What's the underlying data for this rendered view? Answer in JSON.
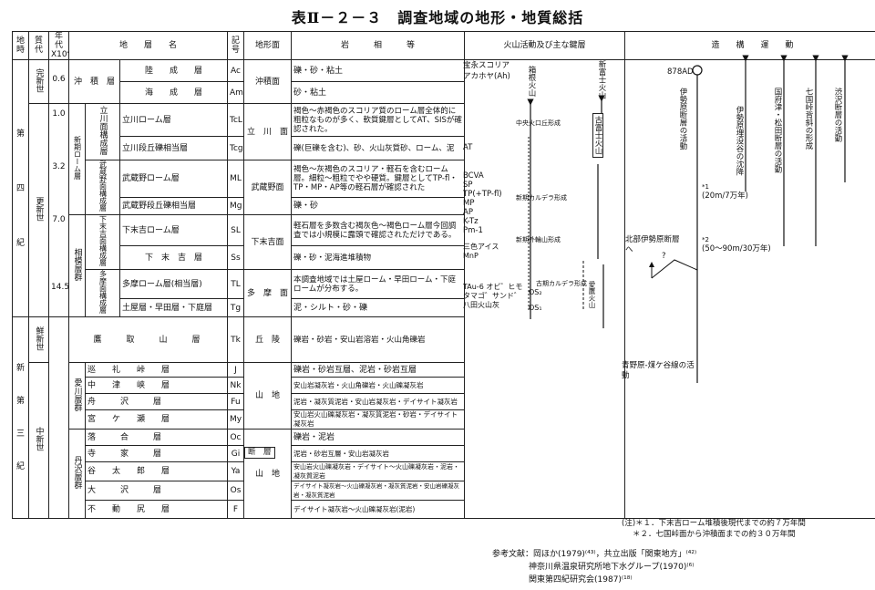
{
  "title": "表Ⅱ－２－３　調査地域の地形・地質総括",
  "headers": {
    "era": "地時",
    "period": "質代",
    "age": "年代 X10⁴",
    "formation": "地　　層　　名",
    "symbol": "記号",
    "landform": "地形面",
    "lithology": "岩　　　相　　　等",
    "volcanic": "火山活動及び主な鍵層",
    "tectonic": "造　　構　　運　　動"
  },
  "col_era": [
    "第",
    "四",
    "紀",
    "新",
    "第",
    "三",
    "紀"
  ],
  "col_period": [
    "完新世",
    "更新世",
    "鮮新世",
    "中新世"
  ],
  "ages": [
    "0.6",
    "1.0",
    "3.2",
    "7.0",
    "14.5"
  ],
  "groups": {
    "chuseki": "沖　積　層",
    "tachikawa": "立川面構成層",
    "shinso": "新期ローム層",
    "musashino": "武蔵野面構成層",
    "sagami": "相模層群",
    "shimosueyoshi": "下末吉面構成層",
    "tama": "多摩面構成層",
    "aikawa": "愛川層群",
    "tanzawa": "丹沢層群"
  },
  "rows": [
    {
      "name": "陸　　成　　層",
      "sym": "Ac",
      "land": "沖積面",
      "lith": "礫・砂・粘土"
    },
    {
      "name": "海　　成　　層",
      "sym": "Am",
      "land": "",
      "lith": "砂・粘土"
    },
    {
      "name": "立川ローム層",
      "sym": "TcL",
      "land": "立　川　面",
      "lith": "褐色～赤褐色のスコリア質のローム層全体的に粗粒なものが多く、軟質鍵層としてAT、SISが確認された。"
    },
    {
      "name": "立川段丘礫相当層",
      "sym": "Tcg",
      "land": "",
      "lith": "礫(巨礫を含む)、砂、火山灰質砂、ローム、泥"
    },
    {
      "name": "武蔵野ローム層",
      "sym": "ML",
      "land": "武蔵野面",
      "lith": "褐色～灰褐色のスコリア・軽石を含むローム層。細粒～粗粒でやや硬質。鍵層としてTP-fl・TP・MP・AP等の軽石層が確認された"
    },
    {
      "name": "武蔵野段丘礫相当層",
      "sym": "Mg",
      "land": "",
      "lith": "礫・砂"
    },
    {
      "name": "下末吉ローム層",
      "sym": "SL",
      "land": "下末吉面",
      "lith": "軽石層を多数含む褐灰色～褐色ローム層今回調査では小規模に露頭で確認されただけである。"
    },
    {
      "name": "下　末　吉　層",
      "sym": "Ss",
      "land": "",
      "lith": "礫・砂・泥海進堆積物"
    },
    {
      "name": "多摩ローム層(相当層)",
      "sym": "TL",
      "land": "多　摩　面",
      "lith": "本調査地域では土屋ローム・早田ローム・下庭ロームが分布する。"
    },
    {
      "name": "土屋層・早田層・下庭層",
      "sym": "Tg",
      "land": "",
      "lith": "泥・シルト・砂・礫"
    },
    {
      "name": "鷹　　取　　山　　層",
      "sym": "Tk",
      "land": "丘　陵",
      "lith": "礫岩・砂岩・安山岩溶岩・火山角礫岩"
    },
    {
      "name": "巡　　礼　　峠　　層",
      "sym": "J",
      "land": "",
      "lith": "礫岩・砂岩互層、泥岩・砂岩互層"
    },
    {
      "name": "中　　津　　峡　　層",
      "sym": "Nk",
      "land": "山　地",
      "lith": "安山岩凝灰岩・火山角礫岩・火山礫凝灰岩"
    },
    {
      "name": "舟　　　沢　　　層",
      "sym": "Fu",
      "land": "",
      "lith": "泥岩・凝灰質泥岩・安山岩凝灰岩・デイサイト凝灰岩"
    },
    {
      "name": "宮　　ケ　　瀬　　層",
      "sym": "My",
      "land": "",
      "lith": "安山岩火山礫凝灰岩・凝灰質泥岩・砂岩・デイサイト凝灰岩"
    },
    {
      "name": "落　　　合　　　層",
      "sym": "Oc",
      "land": "",
      "lith": "礫岩・泥岩"
    },
    {
      "name": "寺　　　家　　　層",
      "sym": "Gi",
      "land": "",
      "lith": "泥岩・砂岩互層・安山岩凝灰岩"
    },
    {
      "name": "谷　　太　　郎　　層",
      "sym": "Ya",
      "land": "山　地",
      "lith": "安山岩火山礫凝灰岩・デイサイト～火山礫凝灰岩・泥岩・凝灰質泥岩"
    },
    {
      "name": "大　　　沢　　　層",
      "sym": "Os",
      "land": "",
      "lith": "デイサイト凝灰岩～火山礫凝灰岩・凝灰質泥岩・安山岩礫凝灰岩・凝灰質泥岩"
    },
    {
      "name": "不　　動　　尻　　層",
      "sym": "F",
      "land": "",
      "lith": "デイサイト凝灰岩～火山礫凝灰岩(泥岩)"
    }
  ],
  "fault_label": "断　層",
  "volcanic": {
    "layers": [
      "宝永スコリア",
      "アカホヤ(Ah)",
      "AT",
      "BCVA",
      "SP",
      "TP(+TP-fl)",
      "MP",
      "AP",
      "K-Tz",
      "Pm-1",
      "三色アイス",
      "MnP",
      "TAu-6 オビ゛ヒモ",
      "タマゴ゛サンド゛",
      "八田火山灰"
    ],
    "hakone": "箱根火山",
    "shinfuji": "新富士火山",
    "kofuji": "古富士火山",
    "older_fuji": "愛鷹火山",
    "events": [
      "中央火口丘形成",
      "新期カルデラ形成",
      "新期外輪山形成",
      "古期カルデラ形成",
      "OS₂",
      "OS₁"
    ]
  },
  "tectonic": {
    "year_label": "878AD",
    "labels": [
      "伊勢原断層の活動",
      "伊勢原埋没谷の沈降",
      "国府津・松田断層の活動",
      "七国峠背斜の形成",
      "渋沢断層の活動"
    ],
    "rate1": "(20m/7万年)",
    "rate2": "(50～90m/30万年)",
    "mark1": "*1",
    "mark2": "*2",
    "north": "北部伊勢原断層へ",
    "q": "?",
    "aono": "青野原-煤ケ谷線の活動"
  },
  "notes": {
    "n1": "(注)＊１．下末吉ローム堆積後現代までの約７万年間",
    "n2": "＊２．七国峠面から沖積面までの約３０万年間"
  },
  "refs": {
    "r1": "参考文献：岡ほか(1979)⁽⁴³⁾，共立出版「関東地方」⁽⁴²⁾",
    "r2": "神奈川県温泉研究所地下水グループ(1970)⁽⁶⁾",
    "r3": "関東第四紀研究会(1987)⁽¹⁸⁾"
  }
}
